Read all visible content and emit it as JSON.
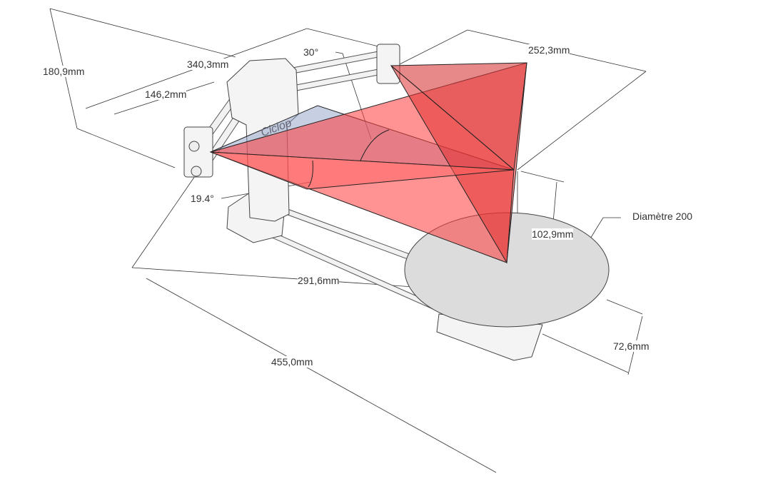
{
  "title": "Ciclop 3D scanner dimensions",
  "logo_text": "Ciclop",
  "dimensions": {
    "height_total": "180,9mm",
    "depth_frame": "340,3mm",
    "rod_length": "146,2mm",
    "laser_angle": "30°",
    "laser_span": "252,3mm",
    "camera_angle": "19.4°",
    "platform_diameter": "Diamètre 200",
    "laser_height": "102,9mm",
    "camera_distance": "291,6mm",
    "overall_length": "455,0mm",
    "platform_height": "72,6mm"
  },
  "colors": {
    "laser": "#ff3b3b",
    "camera_fov": "#8fa0c8",
    "platform": "#dcdcdc"
  }
}
